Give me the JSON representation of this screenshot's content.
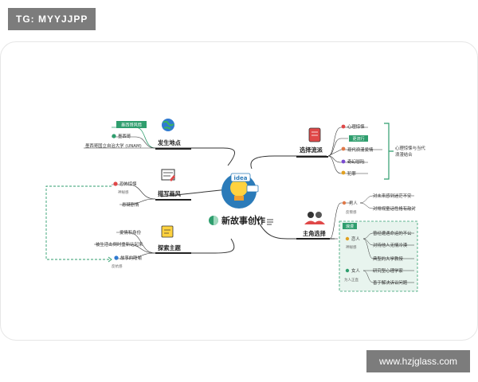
{
  "header": {
    "tag": "TG: MYYJJPP"
  },
  "footer": {
    "watermark": "www.hzjglass.com"
  },
  "center": {
    "title": "新故事创作",
    "badge": "idea"
  },
  "branches": {
    "location": {
      "title": "发生地点",
      "category": "墨西哥风情",
      "items": [
        "墨西哥",
        "墨西哥国立自治大学 (UNAM)"
      ]
    },
    "style": {
      "title": "描写画风",
      "items": [
        "恐怖惊悚",
        "悬疑剧情"
      ],
      "note": "神秘感"
    },
    "theme": {
      "title": "探索主题",
      "items": [
        "爱情和身份",
        "被生活击倒时重新站起来",
        "故事的隐喻"
      ],
      "note": "反抗感"
    },
    "genre": {
      "title": "选择流派",
      "items": [
        "心理惊悚",
        "现代浪漫爱情",
        "奇幻冒险",
        "犯罪"
      ],
      "highlight": "更流行",
      "summary": [
        "心理惊悚与当代",
        "浪漫结合"
      ]
    },
    "characters": {
      "title": "主角选择",
      "male": {
        "label": "男人",
        "traits": [
          "对未来感到迷茫不安",
          "对常规童话性格有敌对"
        ],
        "note": "反叛感"
      },
      "group_tag": "浪漫",
      "lover": {
        "label": "恋人",
        "traits": [
          "曾经遭遇命运的不公",
          "对待他人无情冷漠",
          "典型的大学教授"
        ],
        "note": "神秘感"
      },
      "female": {
        "label": "女人",
        "traits": [
          "研究型心理学家",
          "善于解决诉讼问题"
        ],
        "note": "为人正直"
      }
    }
  },
  "colors": {
    "accent_green": "#2f9e6e",
    "node_box": "#e8f4ee",
    "line": "#333333"
  }
}
